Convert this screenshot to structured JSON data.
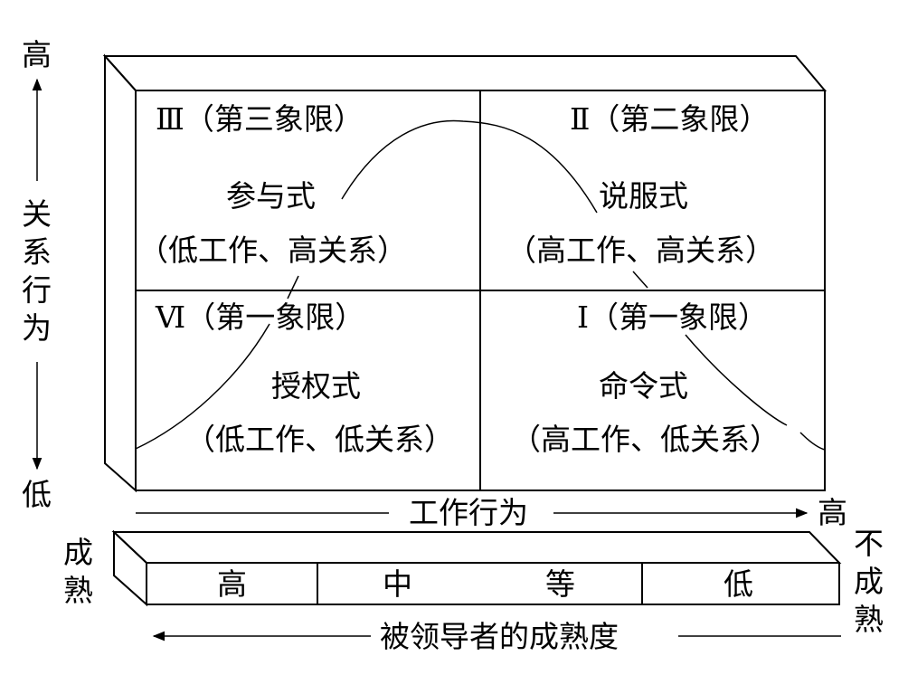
{
  "quadrants": {
    "q3": {
      "title": "Ⅲ（第三象限）",
      "style": "参与式",
      "desc": "（低工作、高关系）"
    },
    "q2": {
      "title": "Ⅱ（第二象限）",
      "style": "说服式",
      "desc": "（高工作、高关系）"
    },
    "q4": {
      "title": "Ⅵ（第一象限）",
      "style": "授权式",
      "desc": "（低工作、低关系）"
    },
    "q1": {
      "title": "Ⅰ（第一象限）",
      "style": "命令式",
      "desc": "（高工作、低关系）"
    }
  },
  "y_axis": {
    "high": "高",
    "label": [
      "关",
      "系",
      "行",
      "为"
    ],
    "low": "低"
  },
  "x_axis": {
    "label": "工作行为",
    "high": "高"
  },
  "maturity": {
    "left": [
      "成",
      "熟"
    ],
    "right": [
      "不",
      "成",
      "熟"
    ],
    "cells": [
      "高",
      "中",
      "等",
      "低"
    ],
    "label": "被领导者的成熟度"
  }
}
